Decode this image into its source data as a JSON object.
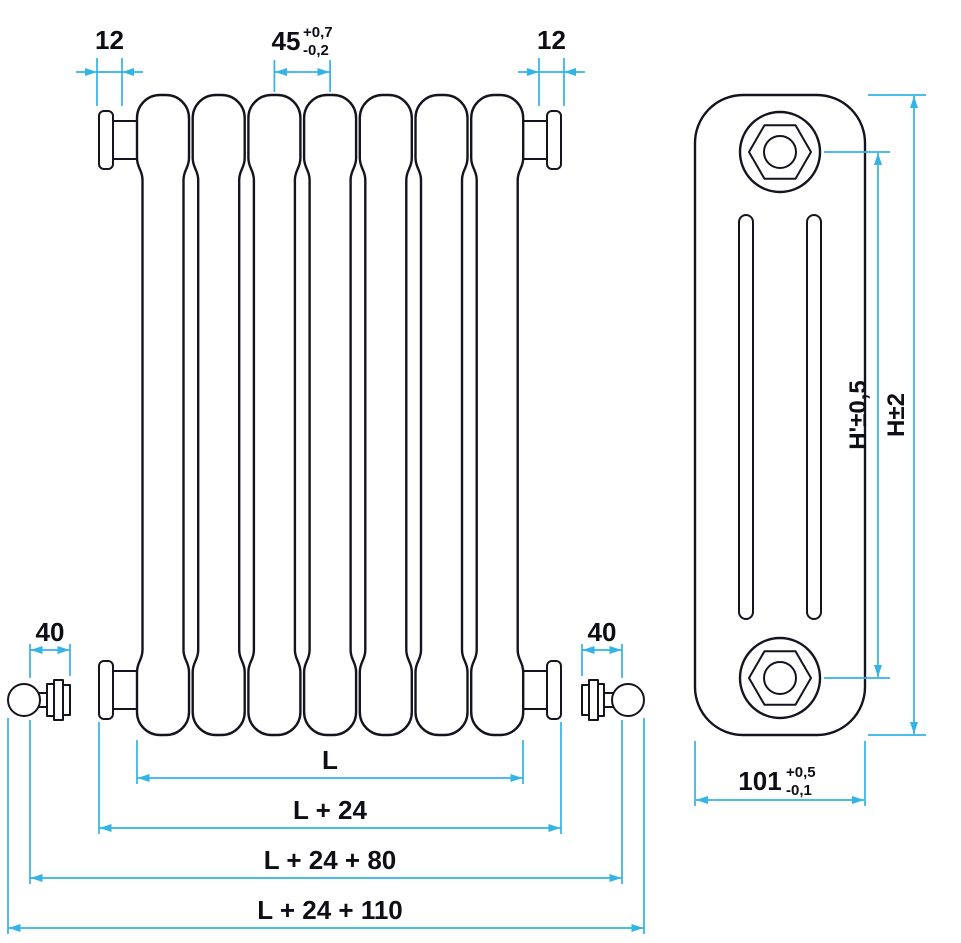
{
  "colors": {
    "dim": "#33b3e6",
    "ink": "#141420",
    "txt": "#0e0e16"
  },
  "front_view": {
    "dim_bushing_left": "12",
    "dim_section_pitch": "45",
    "dim_section_pitch_tol_plus": "+0,7",
    "dim_section_pitch_tol_minus": "-0,2",
    "dim_bushing_right": "12",
    "dim_valve_left": "40",
    "dim_valve_right": "40",
    "dim_length": "L",
    "dim_length_plus_24": "L + 24",
    "dim_length_plus_24_80": "L + 24 + 80",
    "dim_length_plus_24_110": "L + 24 + 110"
  },
  "side_view": {
    "dim_center_height": "H'±0,5",
    "dim_overall_height": "H±2",
    "dim_depth": "101",
    "dim_depth_tol_plus": "+0,5",
    "dim_depth_tol_minus": "-0,1"
  }
}
